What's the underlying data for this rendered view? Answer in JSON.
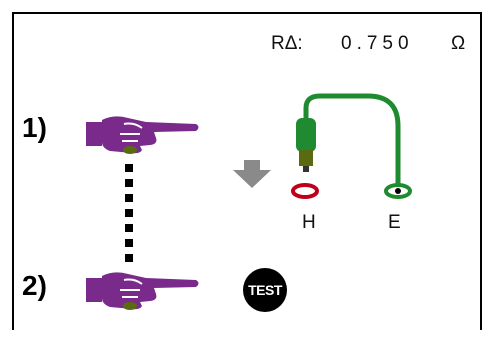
{
  "reading": {
    "label": "RΔ:",
    "value": "0.750",
    "unit": "Ω"
  },
  "steps": {
    "step1": "1)",
    "step2": "2)"
  },
  "terminals": {
    "h_label": "H",
    "e_label": "E"
  },
  "test_button": {
    "label": "TEST"
  },
  "colors": {
    "hand": "#7a2a8a",
    "cable": "#1f8a2f",
    "probe_tip": "#5a6a10",
    "terminal_h": "#c0001a",
    "terminal_e": "#1f8a2f",
    "arrow": "#8a8a8a"
  },
  "icons": {
    "hand": "pointing-hand-icon",
    "arrow": "down-arrow-icon",
    "probe": "test-probe-icon"
  }
}
